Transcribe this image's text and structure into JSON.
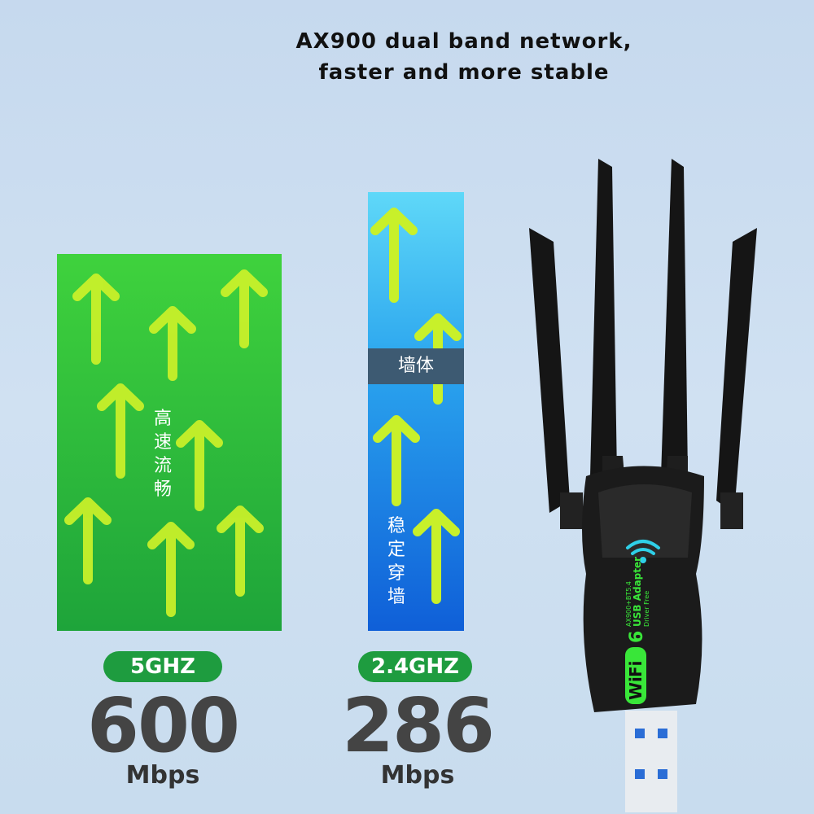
{
  "headline": {
    "line1": "AX900 dual band network,",
    "line2": "faster and more stable"
  },
  "band_5g": {
    "label": "5GHZ",
    "speed": "600",
    "unit": "Mbps",
    "caption": "高速流畅",
    "color": "#2fc03c"
  },
  "band_24g": {
    "label": "2.4GHZ",
    "speed": "286",
    "unit": "Mbps",
    "caption": "稳定穿墙",
    "wall_label": "墙体",
    "color": "#1a7ee6"
  },
  "device": {
    "model": "AX900+BT5.4",
    "name": "USB Adapter",
    "note": "Driver Free",
    "badge_wi": "Wi",
    "badge_fi": "Fi",
    "badge_num": "6",
    "accent": "#39e639"
  }
}
